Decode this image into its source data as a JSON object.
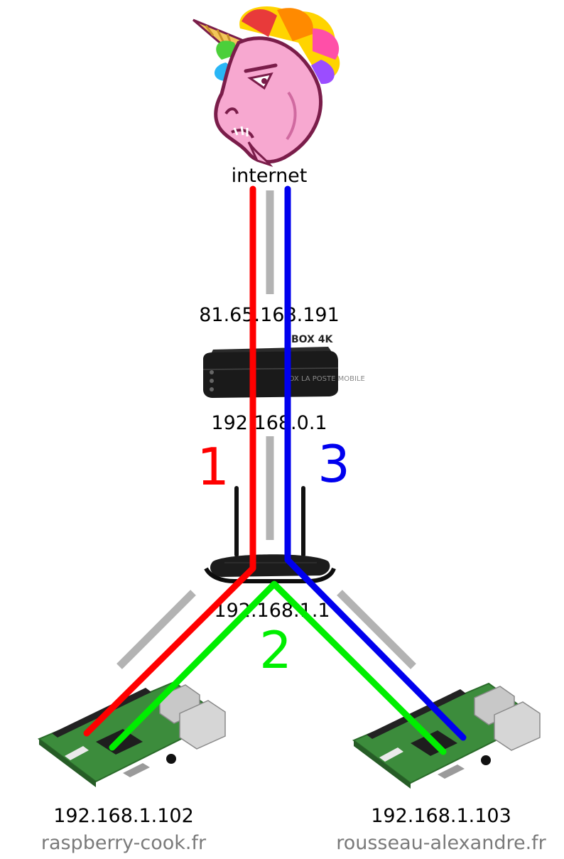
{
  "internet": {
    "label": "internet",
    "logo": "unicorn-logo"
  },
  "modem": {
    "public_ip": "81.65.168.191",
    "local_ip": "192.168.0.1",
    "badge": "BOX 4K",
    "front_text": "BOX LA POSTE MOBILE"
  },
  "router": {
    "ip": "192.168.1.1"
  },
  "hosts": [
    {
      "ip": "192.168.1.102",
      "domain": "raspberry-cook.fr"
    },
    {
      "ip": "192.168.1.103",
      "domain": "rousseau-alexandre.fr"
    }
  ],
  "paths": [
    {
      "number": "1",
      "color": "#ff0000"
    },
    {
      "number": "2",
      "color": "#00ee00"
    },
    {
      "number": "3",
      "color": "#0000ee"
    }
  ],
  "colors": {
    "link": "#b3b3b3",
    "domain_text": "#7a7a7a",
    "text": "#000000"
  }
}
